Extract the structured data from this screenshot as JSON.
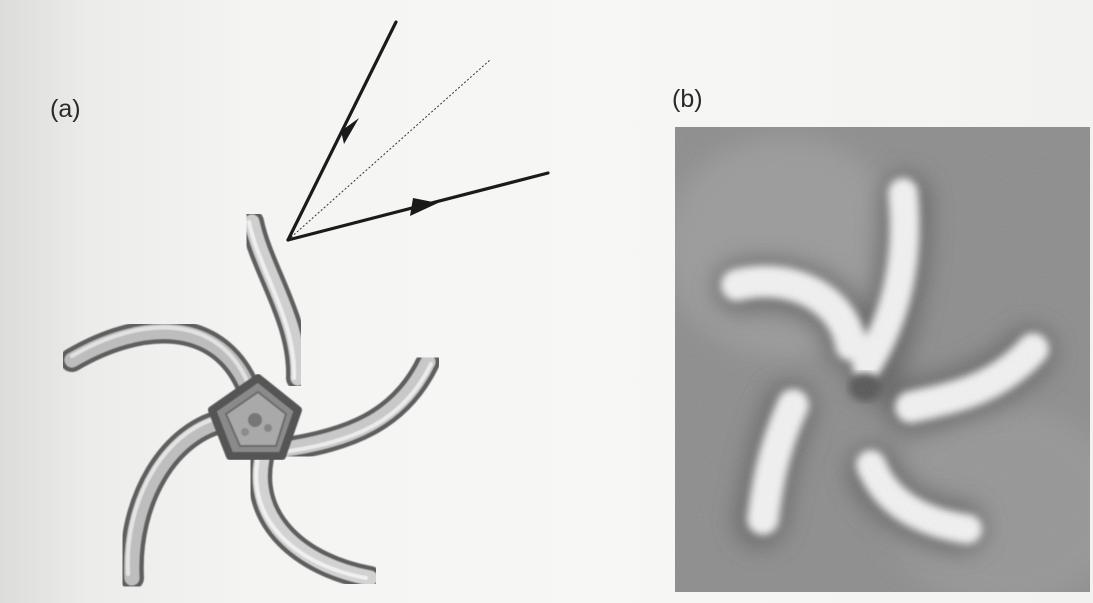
{
  "figure": {
    "panel_a": {
      "label": "(a)",
      "arm_count": 5
    },
    "panel_b": {
      "label": "(b)",
      "arm_count": 5
    },
    "colors": {
      "arm_outline": "#6b6b6b",
      "arm_fill": "#c9c9c9",
      "ray": "#1a1a1a",
      "micrograph_bg": "#8a8a8a",
      "micrograph_arm": "#f4f4f4"
    }
  }
}
